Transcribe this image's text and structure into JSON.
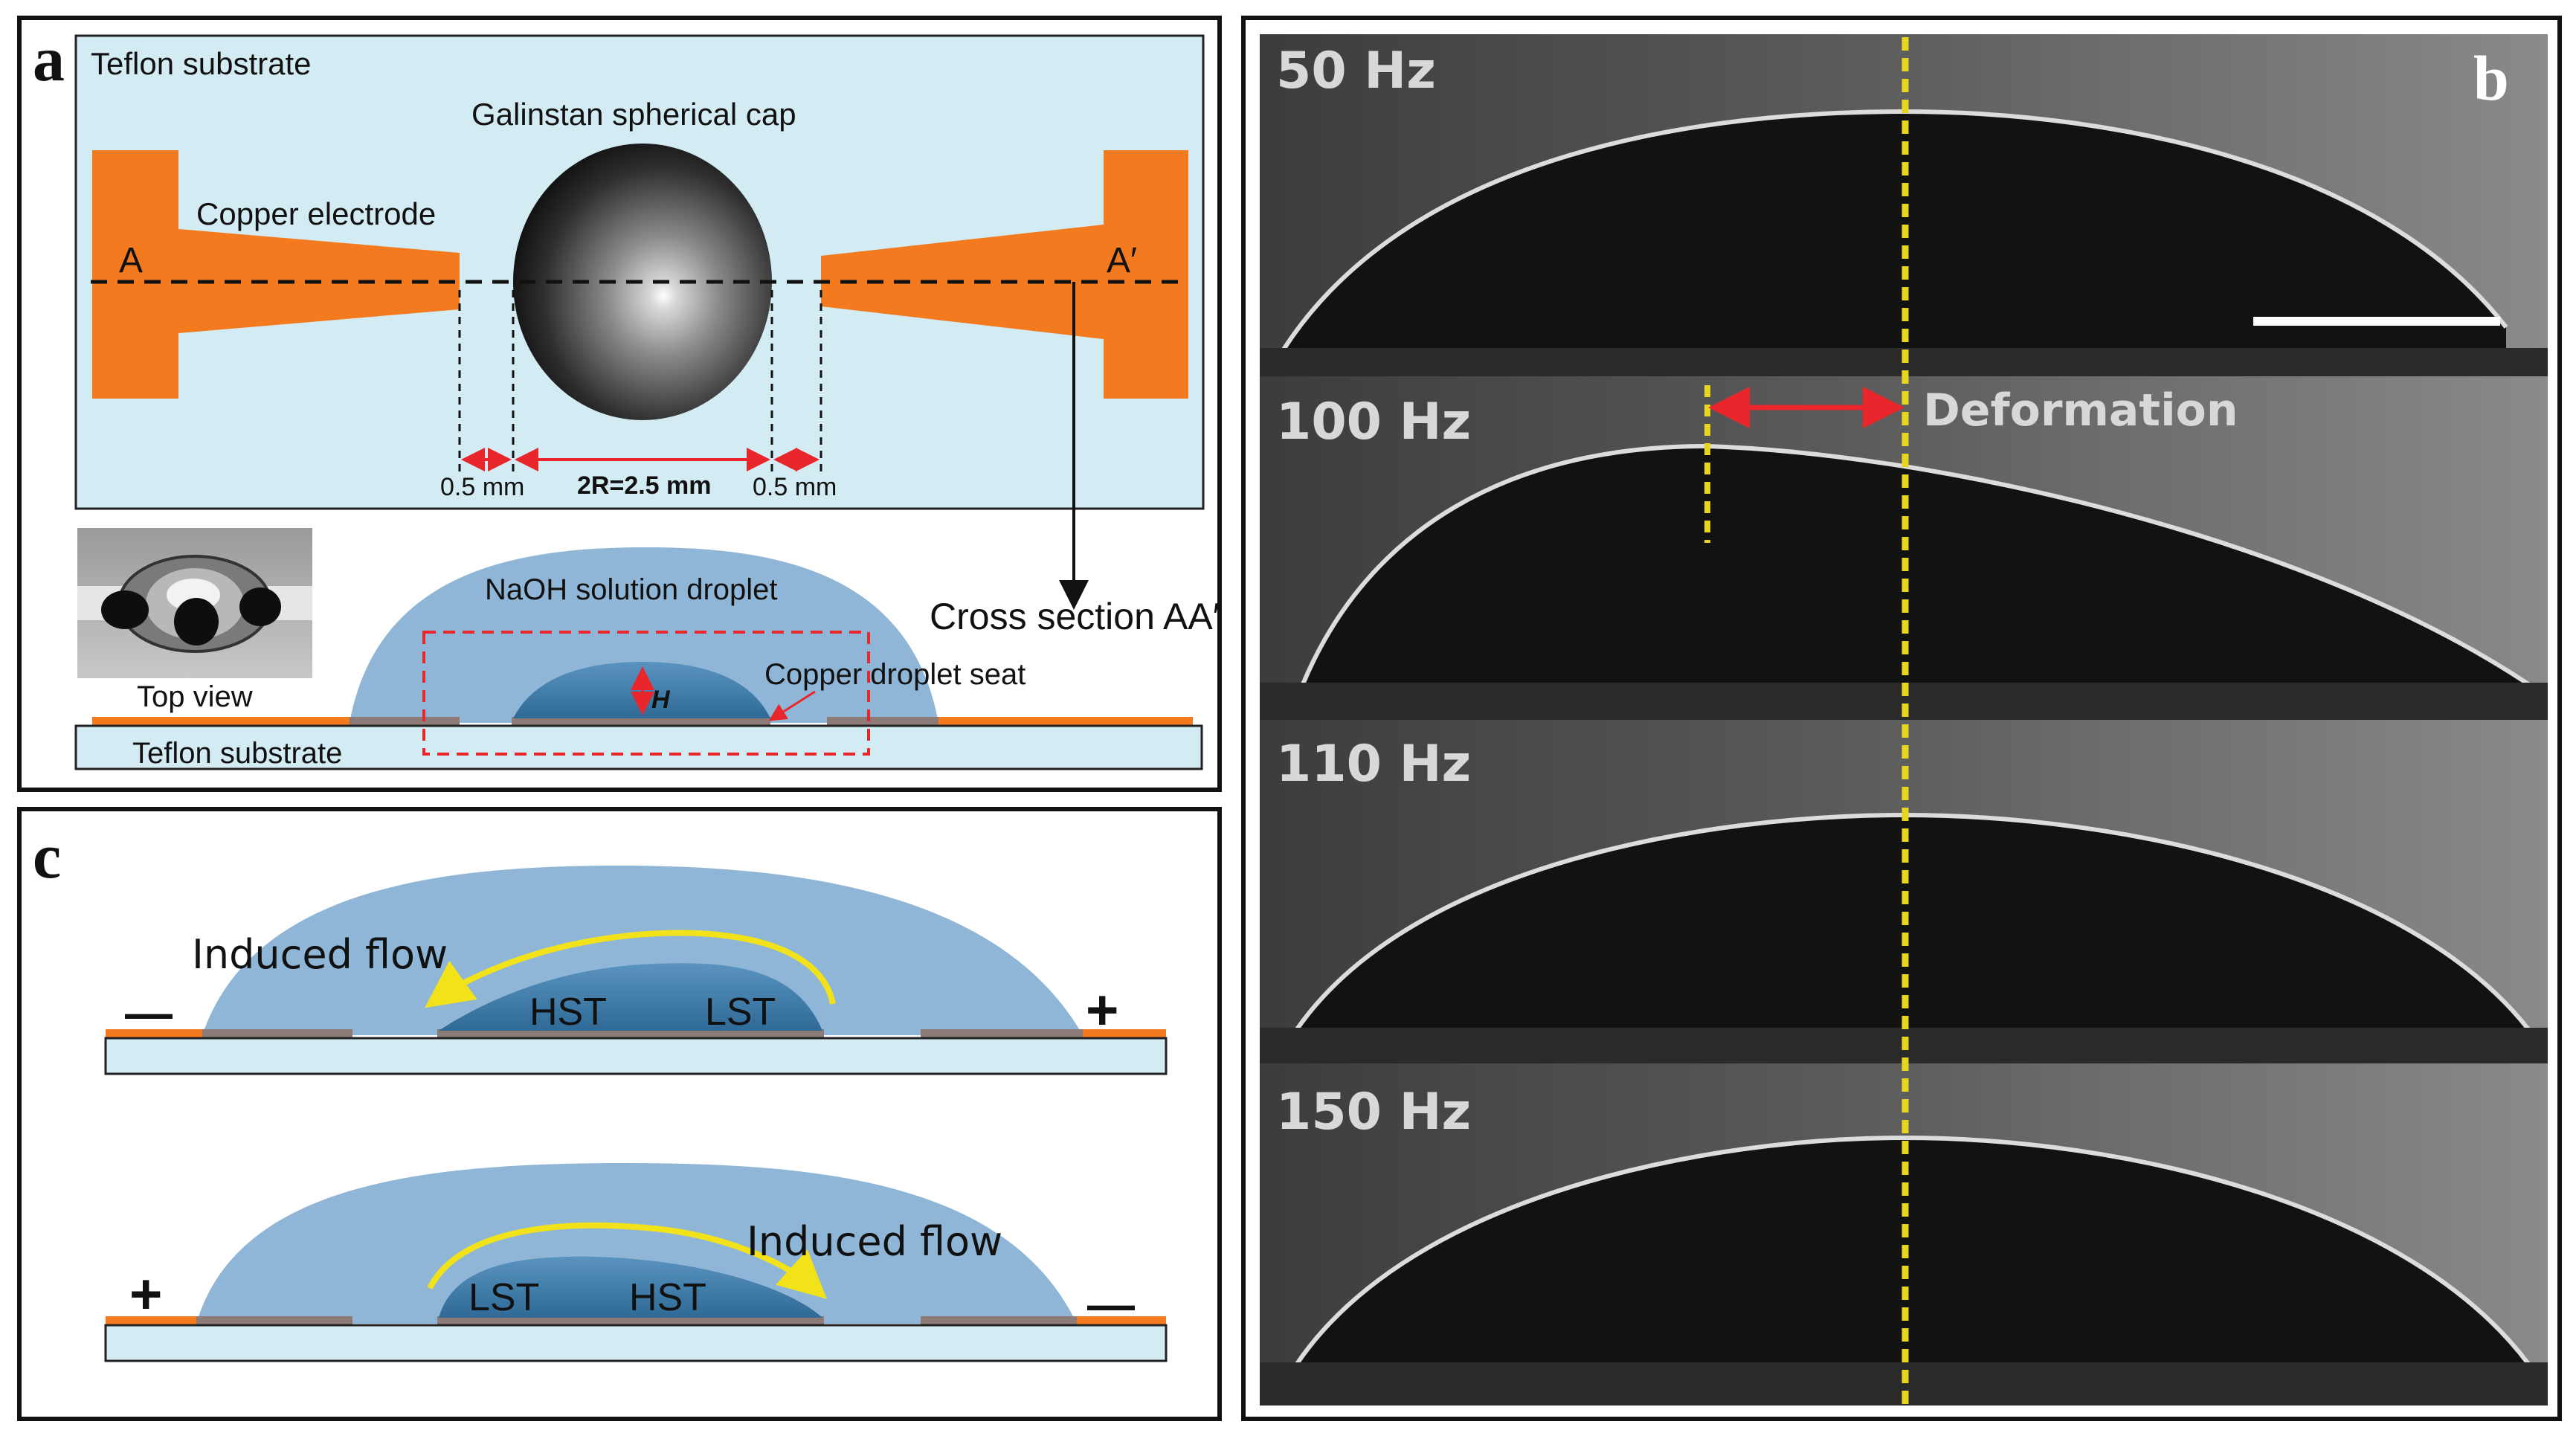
{
  "panel_a": {
    "letter": "a",
    "teflon_top": "Teflon substrate",
    "cap_label": "Galinstan spherical cap",
    "electrode_label": "Copper electrode",
    "point_a": "A",
    "point_a_prime": "A′",
    "dim_left": "0.5 mm",
    "dim_center": "2R=2.5 mm",
    "dim_right": "0.5 mm",
    "top_view": "Top view",
    "naoh_label": "NaOH solution droplet",
    "cross_section": "Cross section AA′",
    "seat_label": "Copper droplet seat",
    "h_label": "H",
    "teflon_bottom": "Teflon substrate"
  },
  "panel_b": {
    "letter": "b",
    "deformation": "Deformation",
    "frames": [
      {
        "label": "50 Hz"
      },
      {
        "label": "100 Hz"
      },
      {
        "label": "110 Hz"
      },
      {
        "label": "150 Hz"
      }
    ]
  },
  "panel_c": {
    "letter": "c",
    "top": {
      "flow": "Induced flow",
      "hst": "HST",
      "lst": "LST",
      "left_sign": "—",
      "right_sign": "+"
    },
    "bottom": {
      "flow": "Induced flow",
      "hst": "HST",
      "lst": "LST",
      "left_sign": "+",
      "right_sign": "—"
    }
  },
  "colors": {
    "orange": "#f47a20",
    "light_blue": "#d3ebf2",
    "droplet_blue": "#8fb6d6",
    "metal_blue": "#3a76a3",
    "arrow_yellow": "#f2e21a",
    "dim_red": "#e8262c"
  }
}
